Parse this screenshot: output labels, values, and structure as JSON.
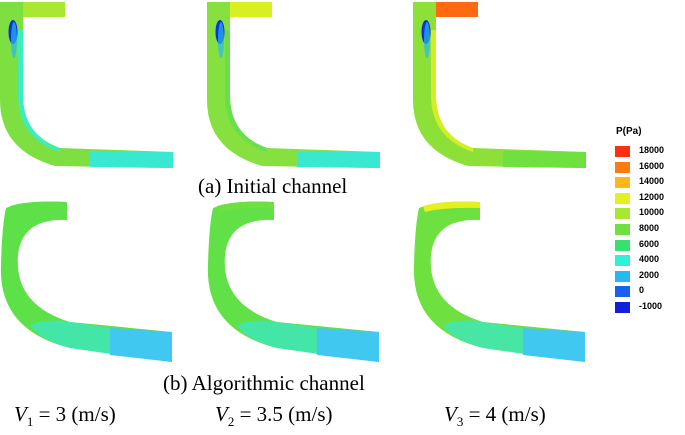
{
  "captions": {
    "initial": "(a) Initial channel",
    "algorithmic": "(b) Algorithmic channel"
  },
  "velocity_labels": [
    {
      "symbol": "V",
      "subscript": "1",
      "value": " = 3 (m/s)"
    },
    {
      "symbol": "V",
      "subscript": "2",
      "value": " = 3.5 (m/s)"
    },
    {
      "symbol": "V",
      "subscript": "3",
      "value": " = 4 (m/s)"
    }
  ],
  "legend": {
    "title": "P(Pa)",
    "levels": [
      {
        "label": "18000",
        "color": "#ff3010"
      },
      {
        "label": "16000",
        "color": "#ff7a10"
      },
      {
        "label": "14000",
        "color": "#ffb818"
      },
      {
        "label": "12000",
        "color": "#e6f020"
      },
      {
        "label": "10000",
        "color": "#a8e830"
      },
      {
        "label": "8000",
        "color": "#6ee040"
      },
      {
        "label": "6000",
        "color": "#38e070"
      },
      {
        "label": "4000",
        "color": "#30f0d8"
      },
      {
        "label": "2000",
        "color": "#28b8f0"
      },
      {
        "label": "0",
        "color": "#1860f0"
      },
      {
        "label": "-1000",
        "color": "#1020d8"
      }
    ]
  },
  "panel_colors": {
    "a1": {
      "body": "#7ee040",
      "top": "#a8e830",
      "outlet": "#38e8d0",
      "vortex": "#1030d8",
      "wall": "#30f0d8"
    },
    "a2": {
      "body": "#86e040",
      "top": "#d8f020",
      "outlet": "#38e8d0",
      "vortex": "#1030d8",
      "wall": "#60e050"
    },
    "a3": {
      "body": "#8ce038",
      "top": "#ff6a10",
      "outlet": "#6ee040",
      "vortex": "#1030d8",
      "wall": "#e6f020"
    },
    "b1": {
      "body": "#5ee048",
      "top": "#5ee048",
      "outlet": "#40c8f0",
      "vortex": "#5ee048",
      "wall": "#38e8d0"
    },
    "b2": {
      "body": "#62e048",
      "top": "#6ee040",
      "outlet": "#40c8f0",
      "vortex": "#62e048",
      "wall": "#38e8d0"
    },
    "b3": {
      "body": "#6ee040",
      "top": "#e6f020",
      "outlet": "#40c8f0",
      "vortex": "#6ee040",
      "wall": "#38e8d0"
    }
  }
}
